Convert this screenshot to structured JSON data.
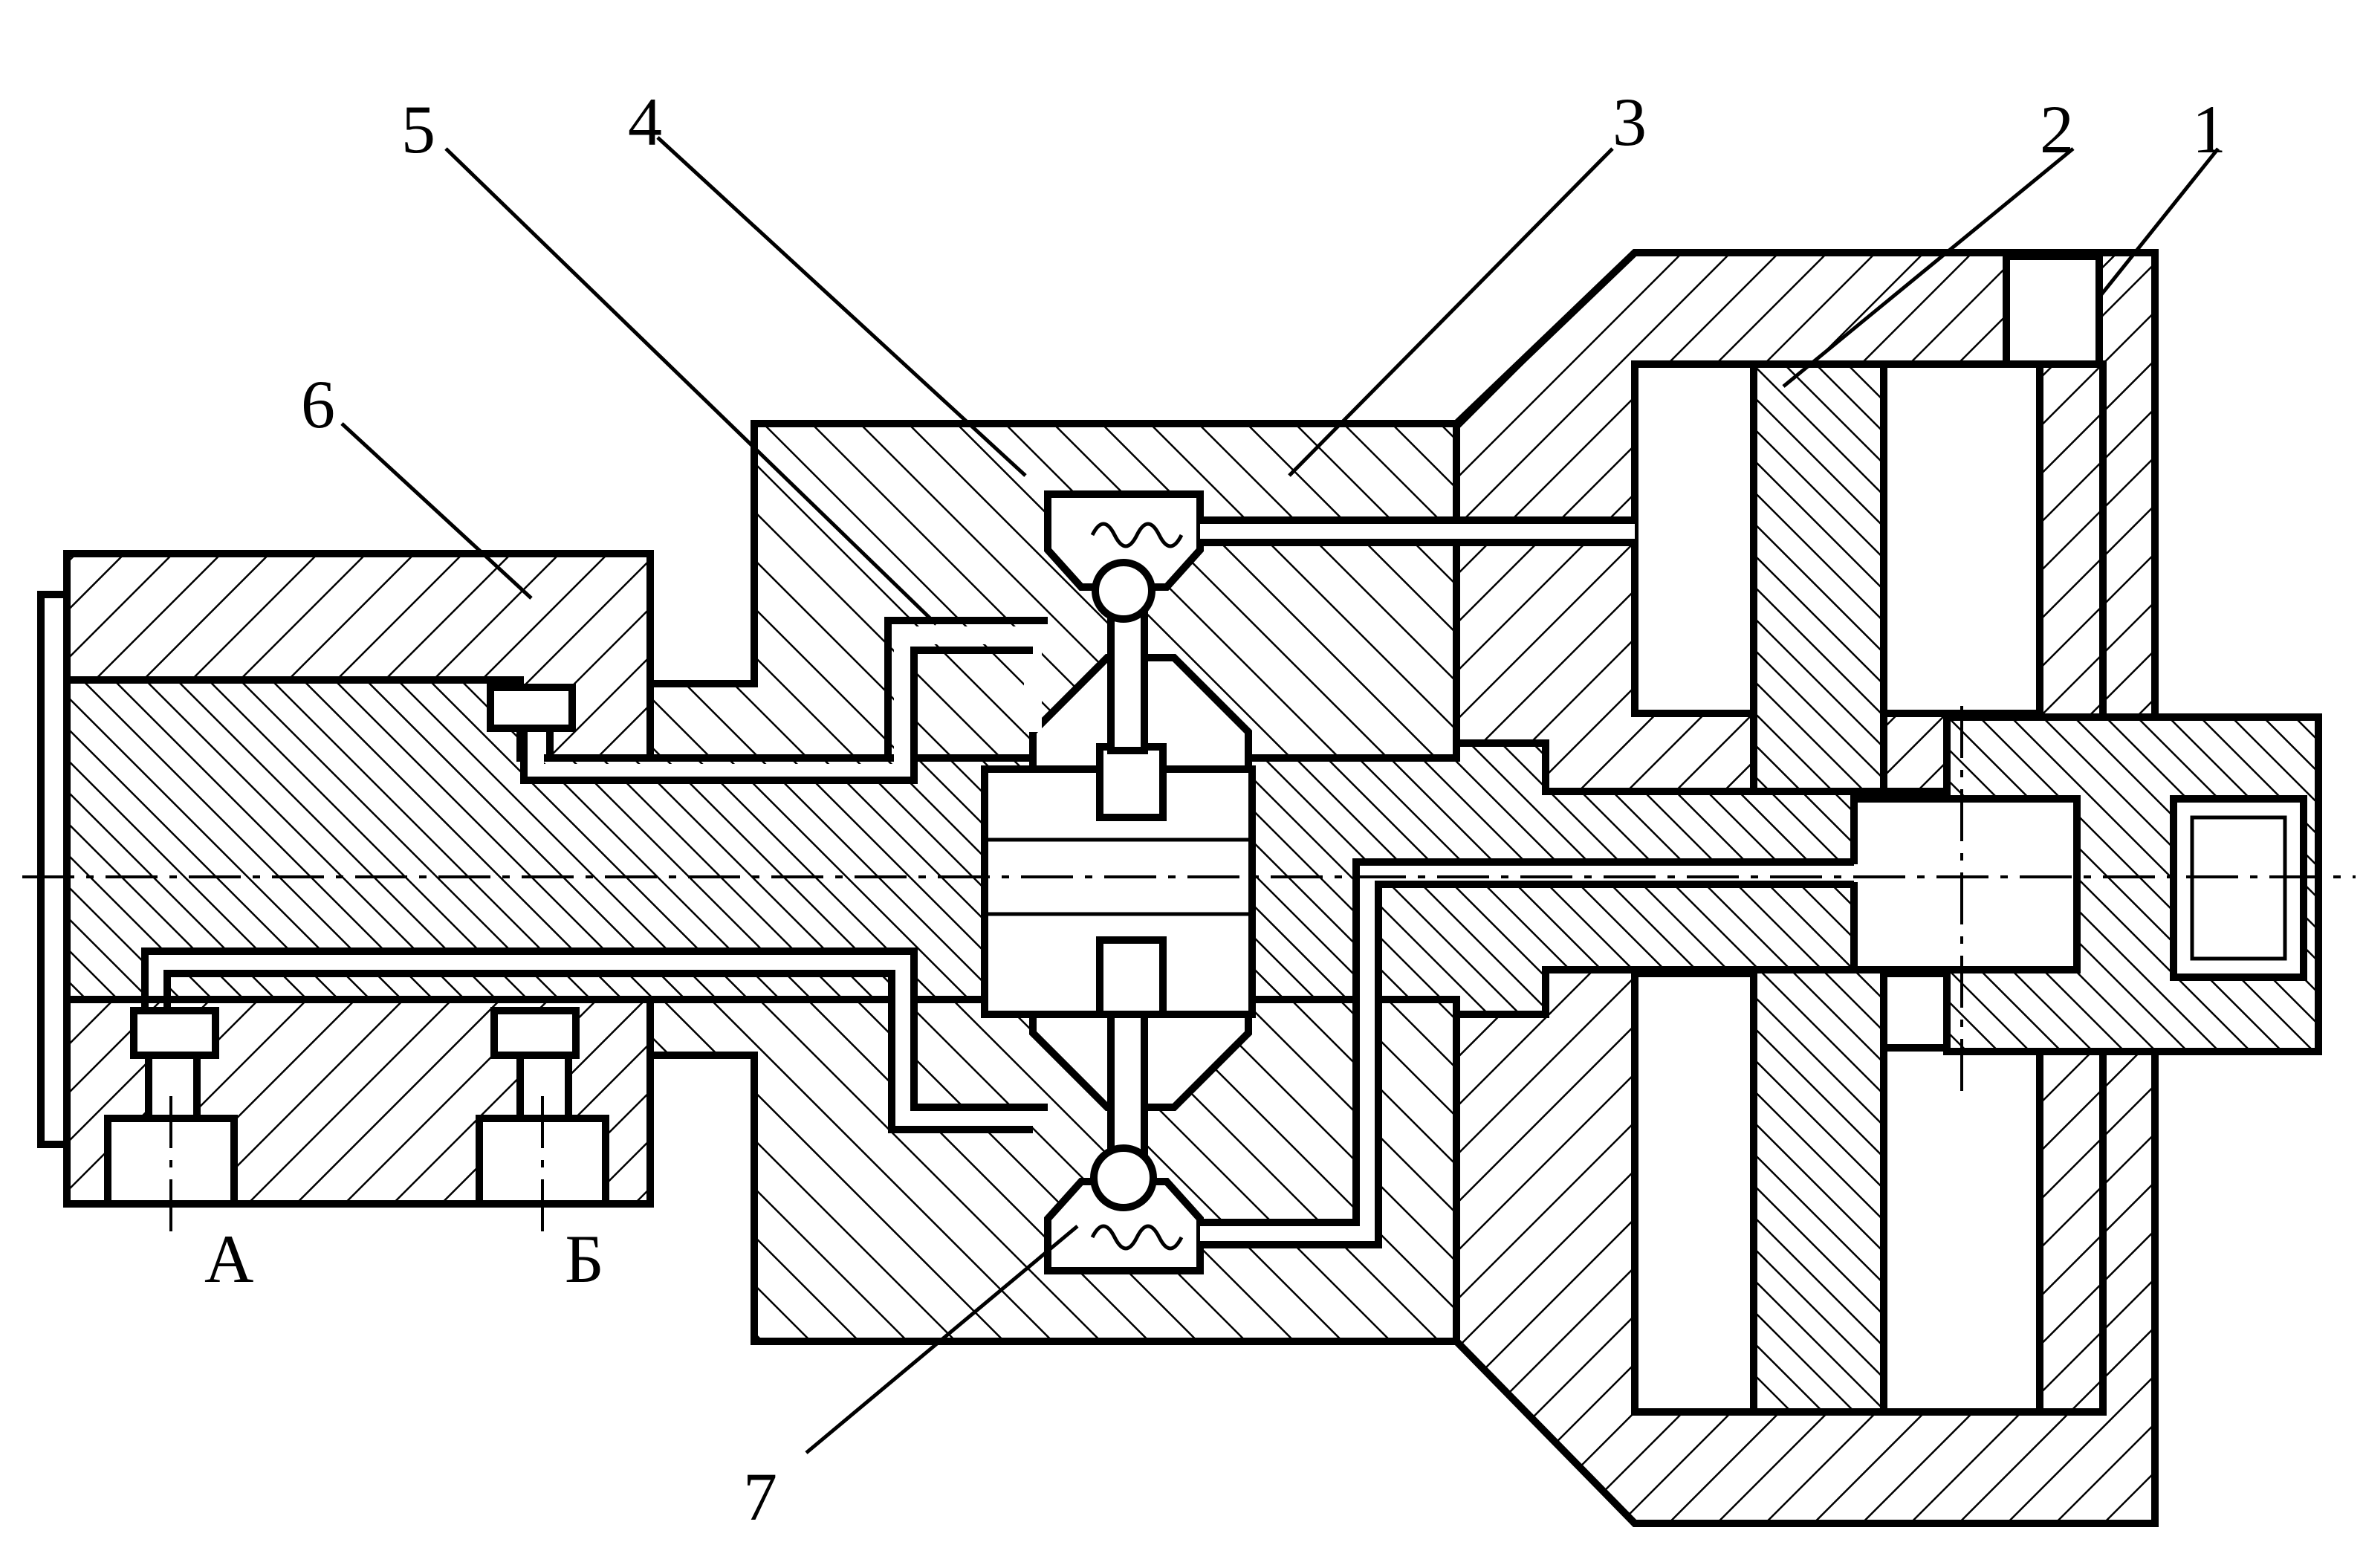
{
  "callouts": [
    {
      "id": "1",
      "text": "1"
    },
    {
      "id": "2",
      "text": "2"
    },
    {
      "id": "3",
      "text": "3"
    },
    {
      "id": "4",
      "text": "4"
    },
    {
      "id": "5",
      "text": "5"
    },
    {
      "id": "6",
      "text": "6"
    },
    {
      "id": "7",
      "text": "7"
    }
  ],
  "ports": {
    "a": "А",
    "b": "Б"
  }
}
